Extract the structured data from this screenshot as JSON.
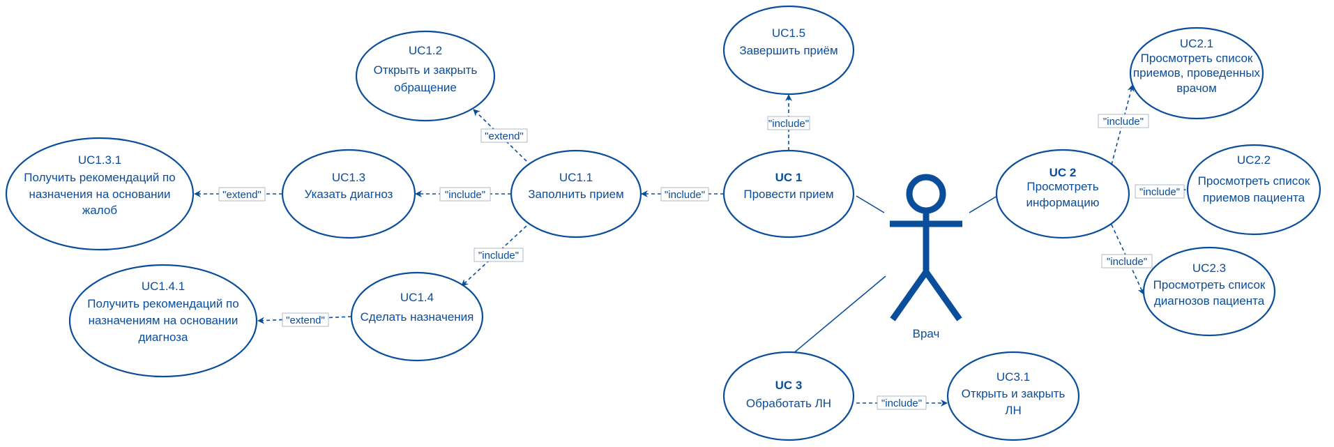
{
  "colors": {
    "stroke": "#0a4d9a",
    "background": "#ffffff"
  },
  "actor": {
    "label": "Врач"
  },
  "use_cases": {
    "uc1": {
      "id": "UC 1",
      "lines": [
        "Провести прием"
      ]
    },
    "uc1_1": {
      "id": "UC1.1",
      "lines": [
        "Заполнить прием"
      ]
    },
    "uc1_2": {
      "id": "UC1.2",
      "lines": [
        "Открыть и закрыть",
        "обращение"
      ]
    },
    "uc1_3": {
      "id": "UC1.3",
      "lines": [
        "Указать диагноз"
      ]
    },
    "uc1_3_1": {
      "id": "UC1.3.1",
      "lines": [
        "Получить рекомендаций по",
        "назначения на основании",
        "жалоб"
      ]
    },
    "uc1_4": {
      "id": "UC1.4",
      "lines": [
        "Сделать назначения"
      ]
    },
    "uc1_4_1": {
      "id": "UC1.4.1",
      "lines": [
        "Получить рекомендаций по",
        "назначениям на основании",
        "диагноза"
      ]
    },
    "uc1_5": {
      "id": "UC1.5",
      "lines": [
        "Завершить приём"
      ]
    },
    "uc2": {
      "id": "UC 2",
      "lines": [
        "Просмотреть",
        "информацию"
      ]
    },
    "uc2_1": {
      "id": "UC2.1",
      "lines": [
        "Просмотреть список",
        "приемов, проведенных",
        "врачом"
      ]
    },
    "uc2_2": {
      "id": "UC2.2",
      "lines": [
        "Просмотреть список",
        "приемов пациента"
      ]
    },
    "uc2_3": {
      "id": "UC2.3",
      "lines": [
        "Просмотреть список",
        "диагнозов пациента"
      ]
    },
    "uc3": {
      "id": "UC 3",
      "lines": [
        "Обработать ЛН"
      ]
    },
    "uc3_1": {
      "id": "UC3.1",
      "lines": [
        "Открыть и закрыть",
        "ЛН"
      ]
    }
  },
  "relations": {
    "uc1_to_uc1_5": "\"include\"",
    "uc1_to_uc1_1": "\"include\"",
    "uc1_1_to_uc1_2": "\"extend\"",
    "uc1_1_to_uc1_3": "\"include\"",
    "uc1_1_to_uc1_4": "\"include\"",
    "uc1_3_to_uc1_3_1": "\"extend\"",
    "uc1_4_to_uc1_4_1": "\"extend\"",
    "uc2_to_uc2_1": "\"include\"",
    "uc2_to_uc2_2": "\"include\"",
    "uc2_to_uc2_3": "\"include\"",
    "uc3_to_uc3_1": "\"include\""
  }
}
